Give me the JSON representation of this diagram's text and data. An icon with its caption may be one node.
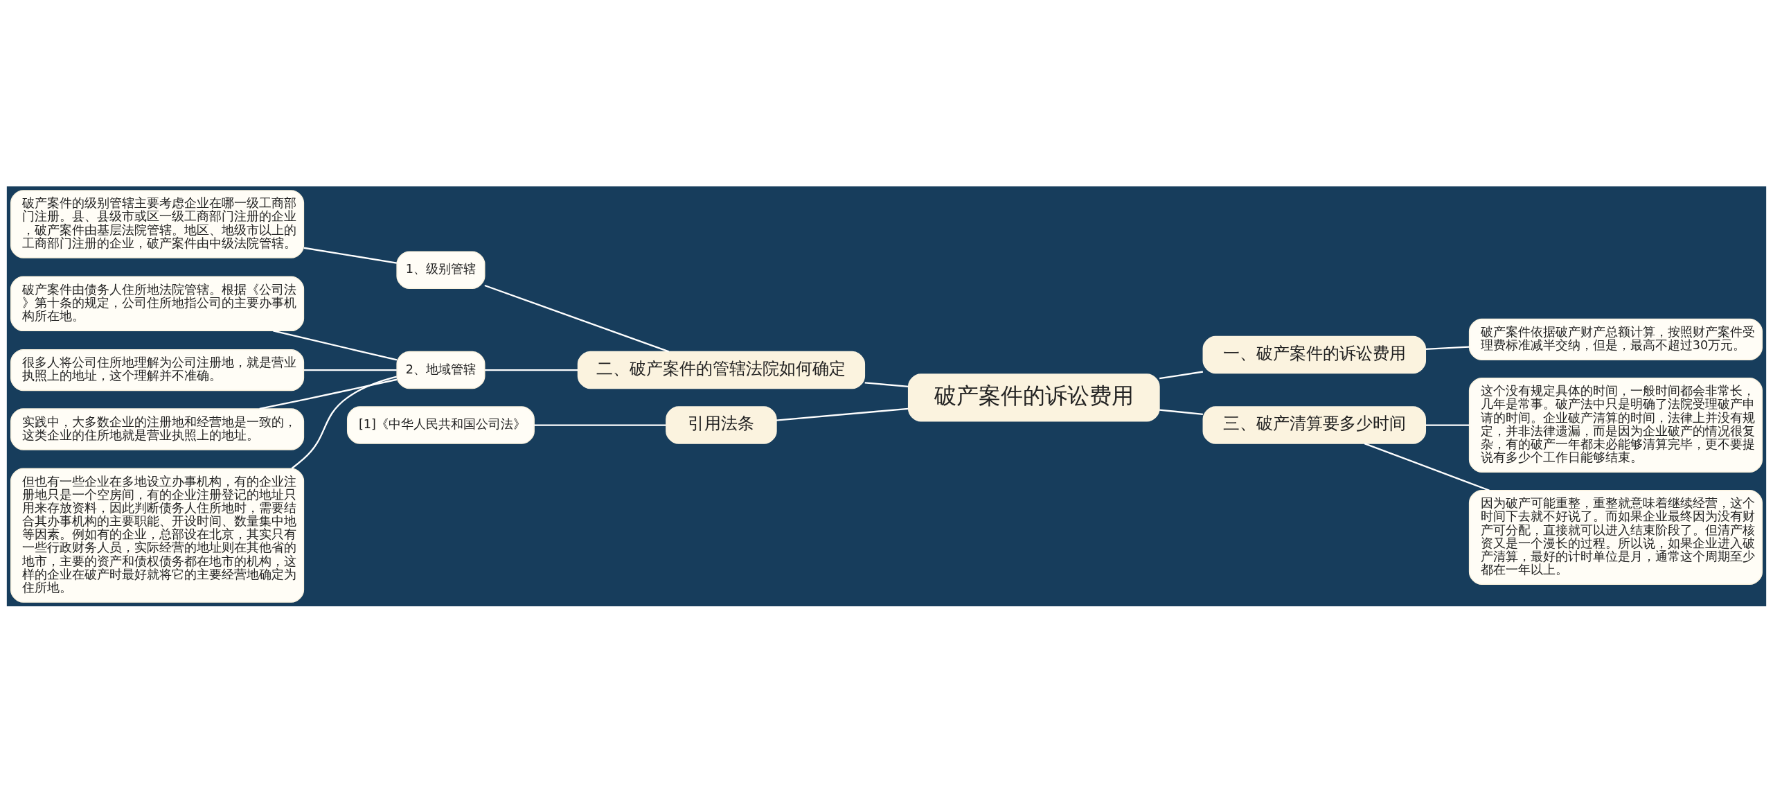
{
  "diagram": {
    "nodes": [
      {
        "text": [
          "破产案件的诉讼费用"
        ]
      },
      {
        "text": [
          "二、破产案件的管辖法院如何确定"
        ]
      },
      {
        "text": [
          "1、级别管辖"
        ]
      },
      {
        "text": [
          "破产案件的级别管辖主要考虑企业在哪一级工商部门注册。县、县级市或区一级工商部门注册的企业，破产案件由基层法院管辖。地区、地级市以上的工商部门注册的企业，破产案件由中级法院管辖。"
        ]
      },
      {
        "text": [
          "2、地域管辖"
        ]
      },
      {
        "text": [
          "破产案件由债务人住所地法院管辖。根据《公司法》第十条的规定，公司住所地指公司的主要办事机构所在地。"
        ]
      },
      {
        "text": [
          "很多人将公司住所地理解为公司注册地，就是营业执照上的地址，这个理解并不准确。"
        ]
      },
      {
        "text": [
          "实践中，大多数企业的注册地和经营地是一致的，这类企业的住所地就是营业执照上的地址。"
        ]
      },
      {
        "text": [
          "但也有一些企业在多地设立办事机构，有的企业注册地只是一个空房间，有的企业注册登记的地址只用来存放资料，因此判断债务人住所地时，需要结合其办事机构的主要职能、开设时间、数量集中地等因素。例如有的企业，总部设在北京，其实只有一些行政财务人员，实际经营的地址则在其他省的地市，主要的资产和债权债务都在地市的机构，这样的企业在破产时最好就将它的主要经营地确定为住所地。"
        ]
      },
      {
        "text": [
          "一、破产案件的诉讼费用"
        ]
      },
      {
        "text": [
          "破产案件依据破产财产总额计算，按照财产案件受理费标准减半交纳，但是，最高不超过30万元。"
        ]
      },
      {
        "text": [
          "三、破产清算要多少时间"
        ]
      },
      {
        "text": [
          "这个没有规定具体的时间，一般时间都会非常长，几年是常事。破产法中只是明确了法院受理破产申请的时间。企业破产清算的时间，法律上并没有规定，并非法律遗漏，而是因为企业破产的情况很复杂，有的破产一年都未必能够清算完毕，更不要提说有多少个工作日能够结束。"
        ]
      },
      {
        "text": [
          "因为破产可能重整，重整就意味着继续经营，这个时间下去就不好说了。而如果企业最终因为没有财产可分配，直接就可以进入结束阶段了。但清产核资又是一个漫长的过程。所以说，如果企业进入破产清算，最好的计时单位是月，通常这个周期至少都在一年以上。"
        ]
      },
      {
        "text": [
          "引用法条"
        ]
      },
      {
        "text": [
          "[1]《中华人民共和国公司法》"
        ]
      }
    ],
    "edges": [
      {
        "from": 0,
        "to": 1,
        "arrow": "none"
      },
      {
        "from": 1,
        "to": 2,
        "arrow": "none"
      },
      {
        "from": 2,
        "to": 3,
        "arrow": "none"
      },
      {
        "from": 1,
        "to": 4,
        "arrow": "none"
      },
      {
        "from": 4,
        "to": 5,
        "arrow": "none"
      },
      {
        "from": 4,
        "to": 6,
        "arrow": "none"
      },
      {
        "from": 4,
        "to": 7,
        "arrow": "none"
      },
      {
        "from": 4,
        "to": 8,
        "arrow": "none"
      },
      {
        "from": 0,
        "to": 9,
        "arrow": "none"
      },
      {
        "from": 9,
        "to": 10,
        "arrow": "none"
      },
      {
        "from": 0,
        "to": 11,
        "arrow": "none"
      },
      {
        "from": 11,
        "to": 12,
        "arrow": "none"
      },
      {
        "from": 11,
        "to": 13,
        "arrow": "none"
      },
      {
        "from": 0,
        "to": 14,
        "arrow": "none"
      },
      {
        "from": 14,
        "to": 15,
        "arrow": "none"
      }
    ]
  }
}
